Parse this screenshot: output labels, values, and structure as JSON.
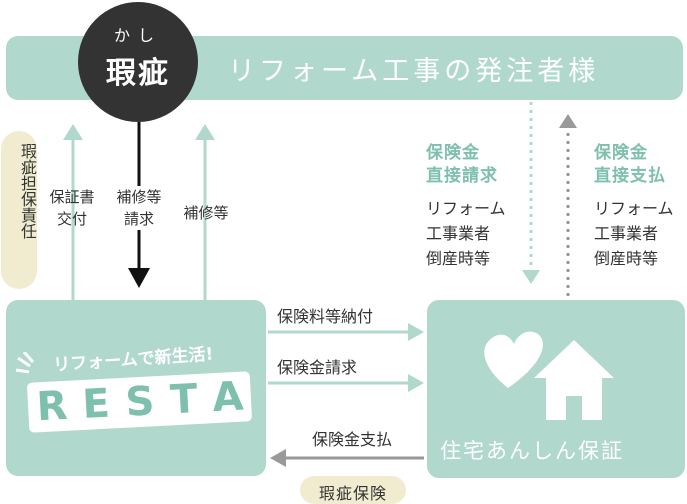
{
  "top_bar": {
    "title": "リフォーム工事の発注者様"
  },
  "defect_circle": {
    "ruby": "かし",
    "label": "瑕疵"
  },
  "side_label": "瑕疵担保責任",
  "arrow_labels": {
    "certificate": [
      "保証書",
      "交付"
    ],
    "repair_request": [
      "補修等",
      "請求"
    ],
    "repair": "補修等"
  },
  "insurance_request": {
    "heading": [
      "保険金",
      "直接請求"
    ],
    "condition": [
      "リフォーム",
      "工事業者",
      "倒産時等"
    ]
  },
  "insurance_payment": {
    "heading": [
      "保険金",
      "直接支払"
    ],
    "condition": [
      "リフォーム",
      "工事業者",
      "倒産時等"
    ]
  },
  "resta": {
    "slogan": "リフォームで新生活!",
    "logo": "RESTA",
    "logo_letters": [
      "R",
      "E",
      "S",
      "T",
      "A"
    ]
  },
  "insurer": {
    "name": "住宅あんしん保証"
  },
  "flows": {
    "premium": "保険料等納付",
    "claim": "保険金請求",
    "payout": "保険金支払"
  },
  "bottom_badge": "瑕疵保険",
  "colors": {
    "teal": "#b0d8cd",
    "teal_text": "#7ebfae",
    "dark": "#333333",
    "cream": "#f1ecd0",
    "grey_arrow": "#999999"
  }
}
